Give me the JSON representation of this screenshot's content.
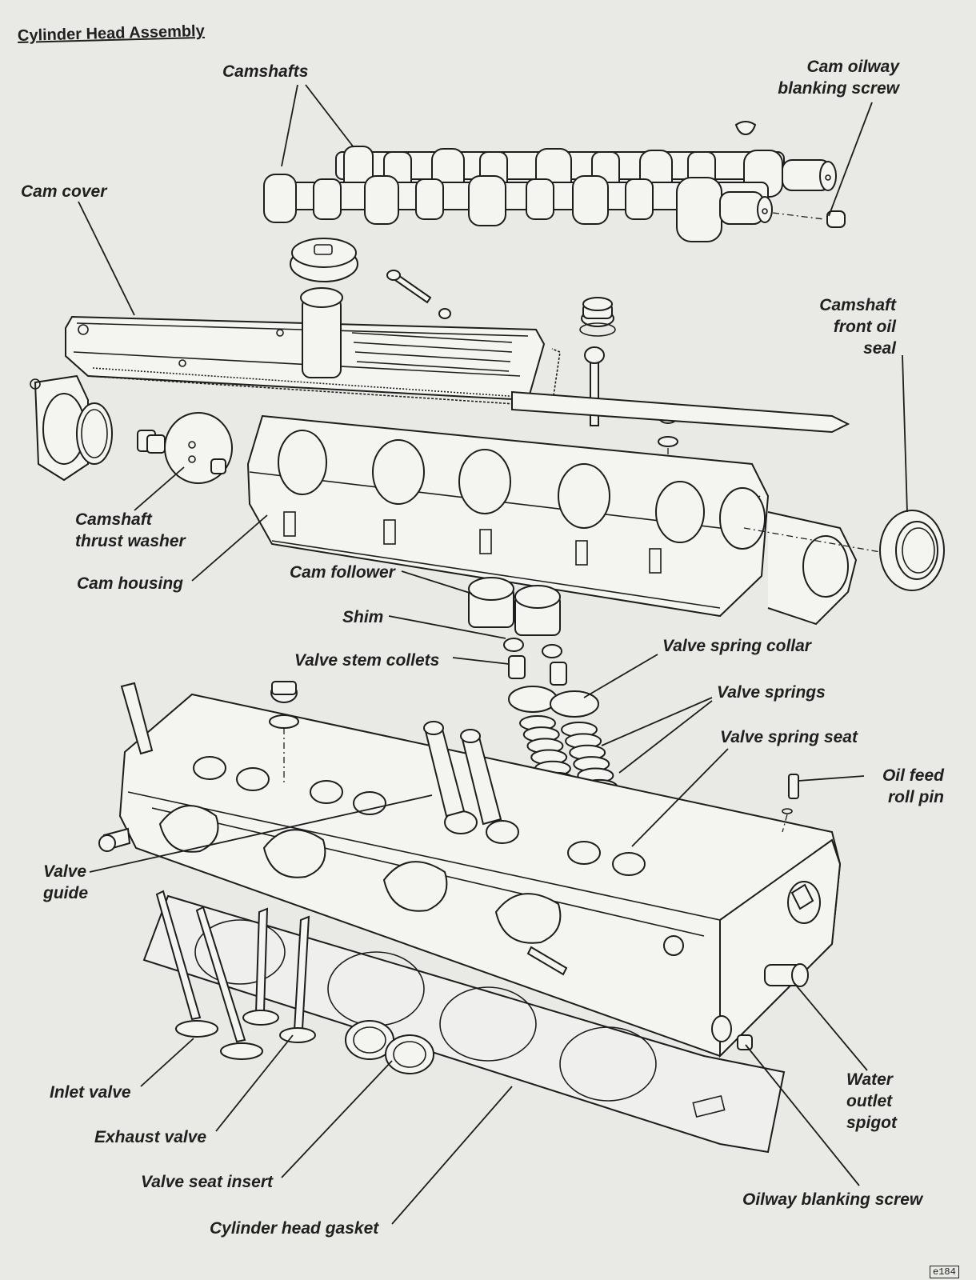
{
  "title": "Cylinder Head Assembly",
  "figure_code": "e184",
  "labels": {
    "camshafts": "Camshafts",
    "cam_oilway_blanking_screw": "Cam oilway\nblanking screw",
    "cam_cover": "Cam cover",
    "camshaft_front_oil_seal": "Camshaft\nfront oil\nseal",
    "camshaft_thrust_washer": "Camshaft\nthrust washer",
    "cam_housing": "Cam housing",
    "cam_follower": "Cam follower",
    "shim": "Shim",
    "valve_stem_collets": "Valve stem collets",
    "valve_spring_collar": "Valve spring collar",
    "valve_springs": "Valve springs",
    "valve_spring_seat": "Valve spring seat",
    "oil_feed_roll_pin": "Oil feed\nroll pin",
    "valve_guide": "Valve\nguide",
    "inlet_valve": "Inlet valve",
    "exhaust_valve": "Exhaust valve",
    "valve_seat_insert": "Valve seat insert",
    "cylinder_head_gasket": "Cylinder head gasket",
    "water_outlet_spigot": "Water\noutlet\nspigot",
    "oilway_blanking_screw": "Oilway blanking screw"
  }
}
